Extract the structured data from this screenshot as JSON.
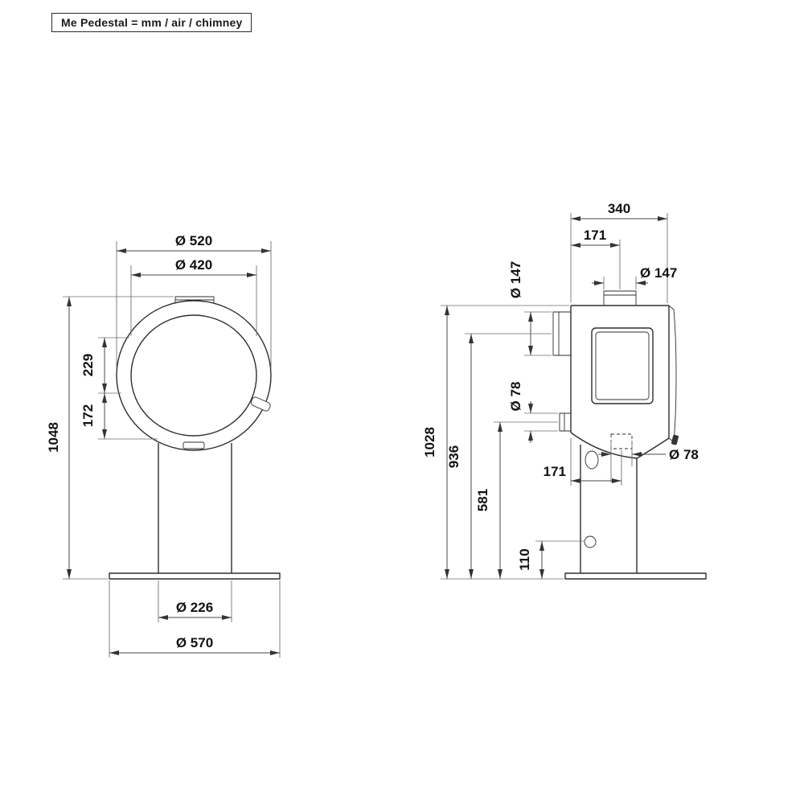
{
  "title": "Me Pedestal = mm / air / chimney",
  "front": {
    "d_outer": "Ø 520",
    "d_inner": "Ø 420",
    "h_total": "1048",
    "h_upper": "229",
    "h_lower": "172",
    "d_column": "Ø 226",
    "d_base": "Ø 570"
  },
  "side": {
    "depth": "340",
    "flue_offset": "171",
    "d_flue_rear": "Ø 147",
    "d_flue_top": "Ø 147",
    "d_air_rear": "Ø 78",
    "d_air_bottom": "Ø 78",
    "air_bottom_offset": "171",
    "h_total": "1028",
    "h_flue_rear": "936",
    "h_air_rear": "581",
    "h_hole": "110"
  }
}
